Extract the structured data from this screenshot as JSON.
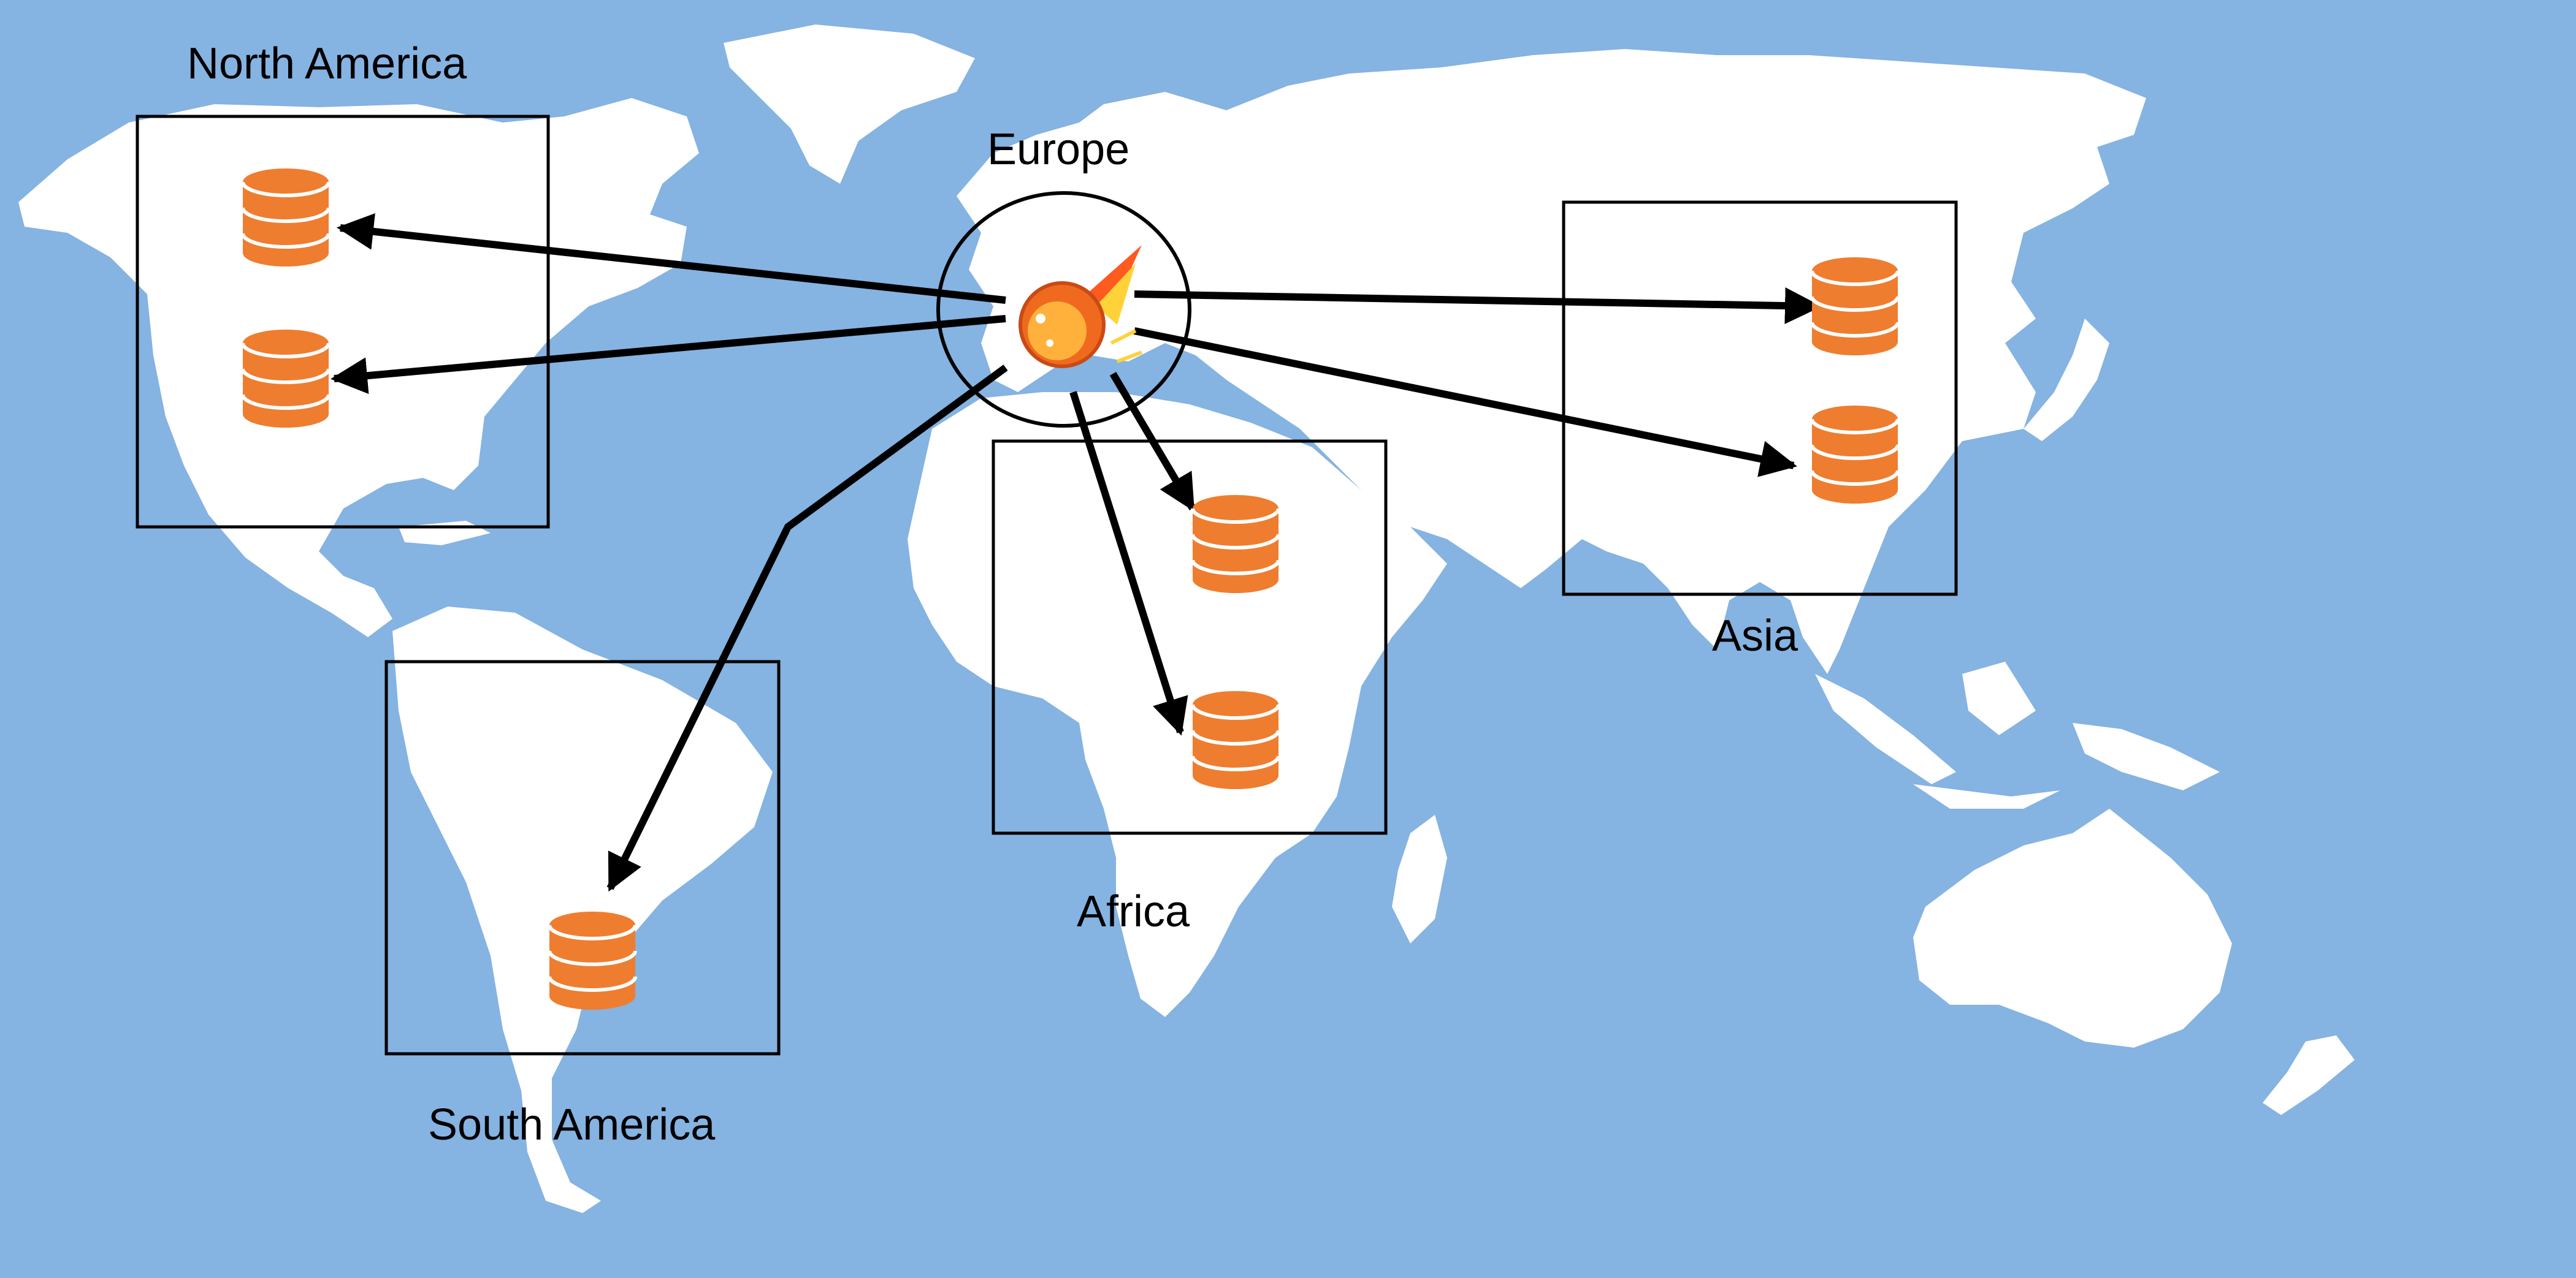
{
  "colors": {
    "ocean": "#85b3e2",
    "land": "#ffffff",
    "database": "#ef7d2f",
    "stroke": "#000000"
  },
  "labels": {
    "north_america": "North America",
    "europe": "Europe",
    "asia": "Asia",
    "africa": "Africa",
    "south_america": "South America"
  },
  "icons": {
    "source": "meteor-icon",
    "replica": "database-icon"
  }
}
